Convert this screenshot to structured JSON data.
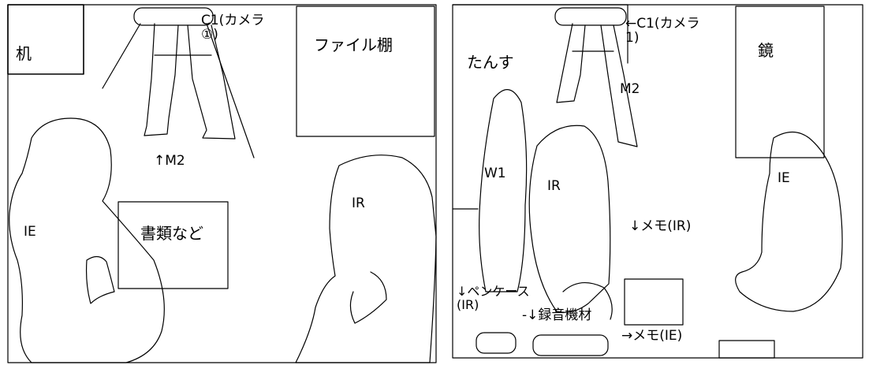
{
  "left_panel": {
    "camera": "C1(カメラ\n①)",
    "desk": "机",
    "file_shelf": "ファイル棚",
    "researcher_m2": "↑M2",
    "documents": "書類など",
    "person_ie": "IE",
    "person_ir": "IR"
  },
  "right_panel": {
    "camera": "←C1(カメラ\n1)",
    "dresser": "たんす",
    "mirror": "鏡",
    "researcher_m2": "M2",
    "person_w1": "W1",
    "person_ir": "IR",
    "person_ie": "IE",
    "memo_ir": "↓メモ(IR)",
    "pen_case": "↓ペンケース\n(IR)",
    "recorder": "-↓録音機材",
    "memo_ie": "→メモ(IE)"
  }
}
